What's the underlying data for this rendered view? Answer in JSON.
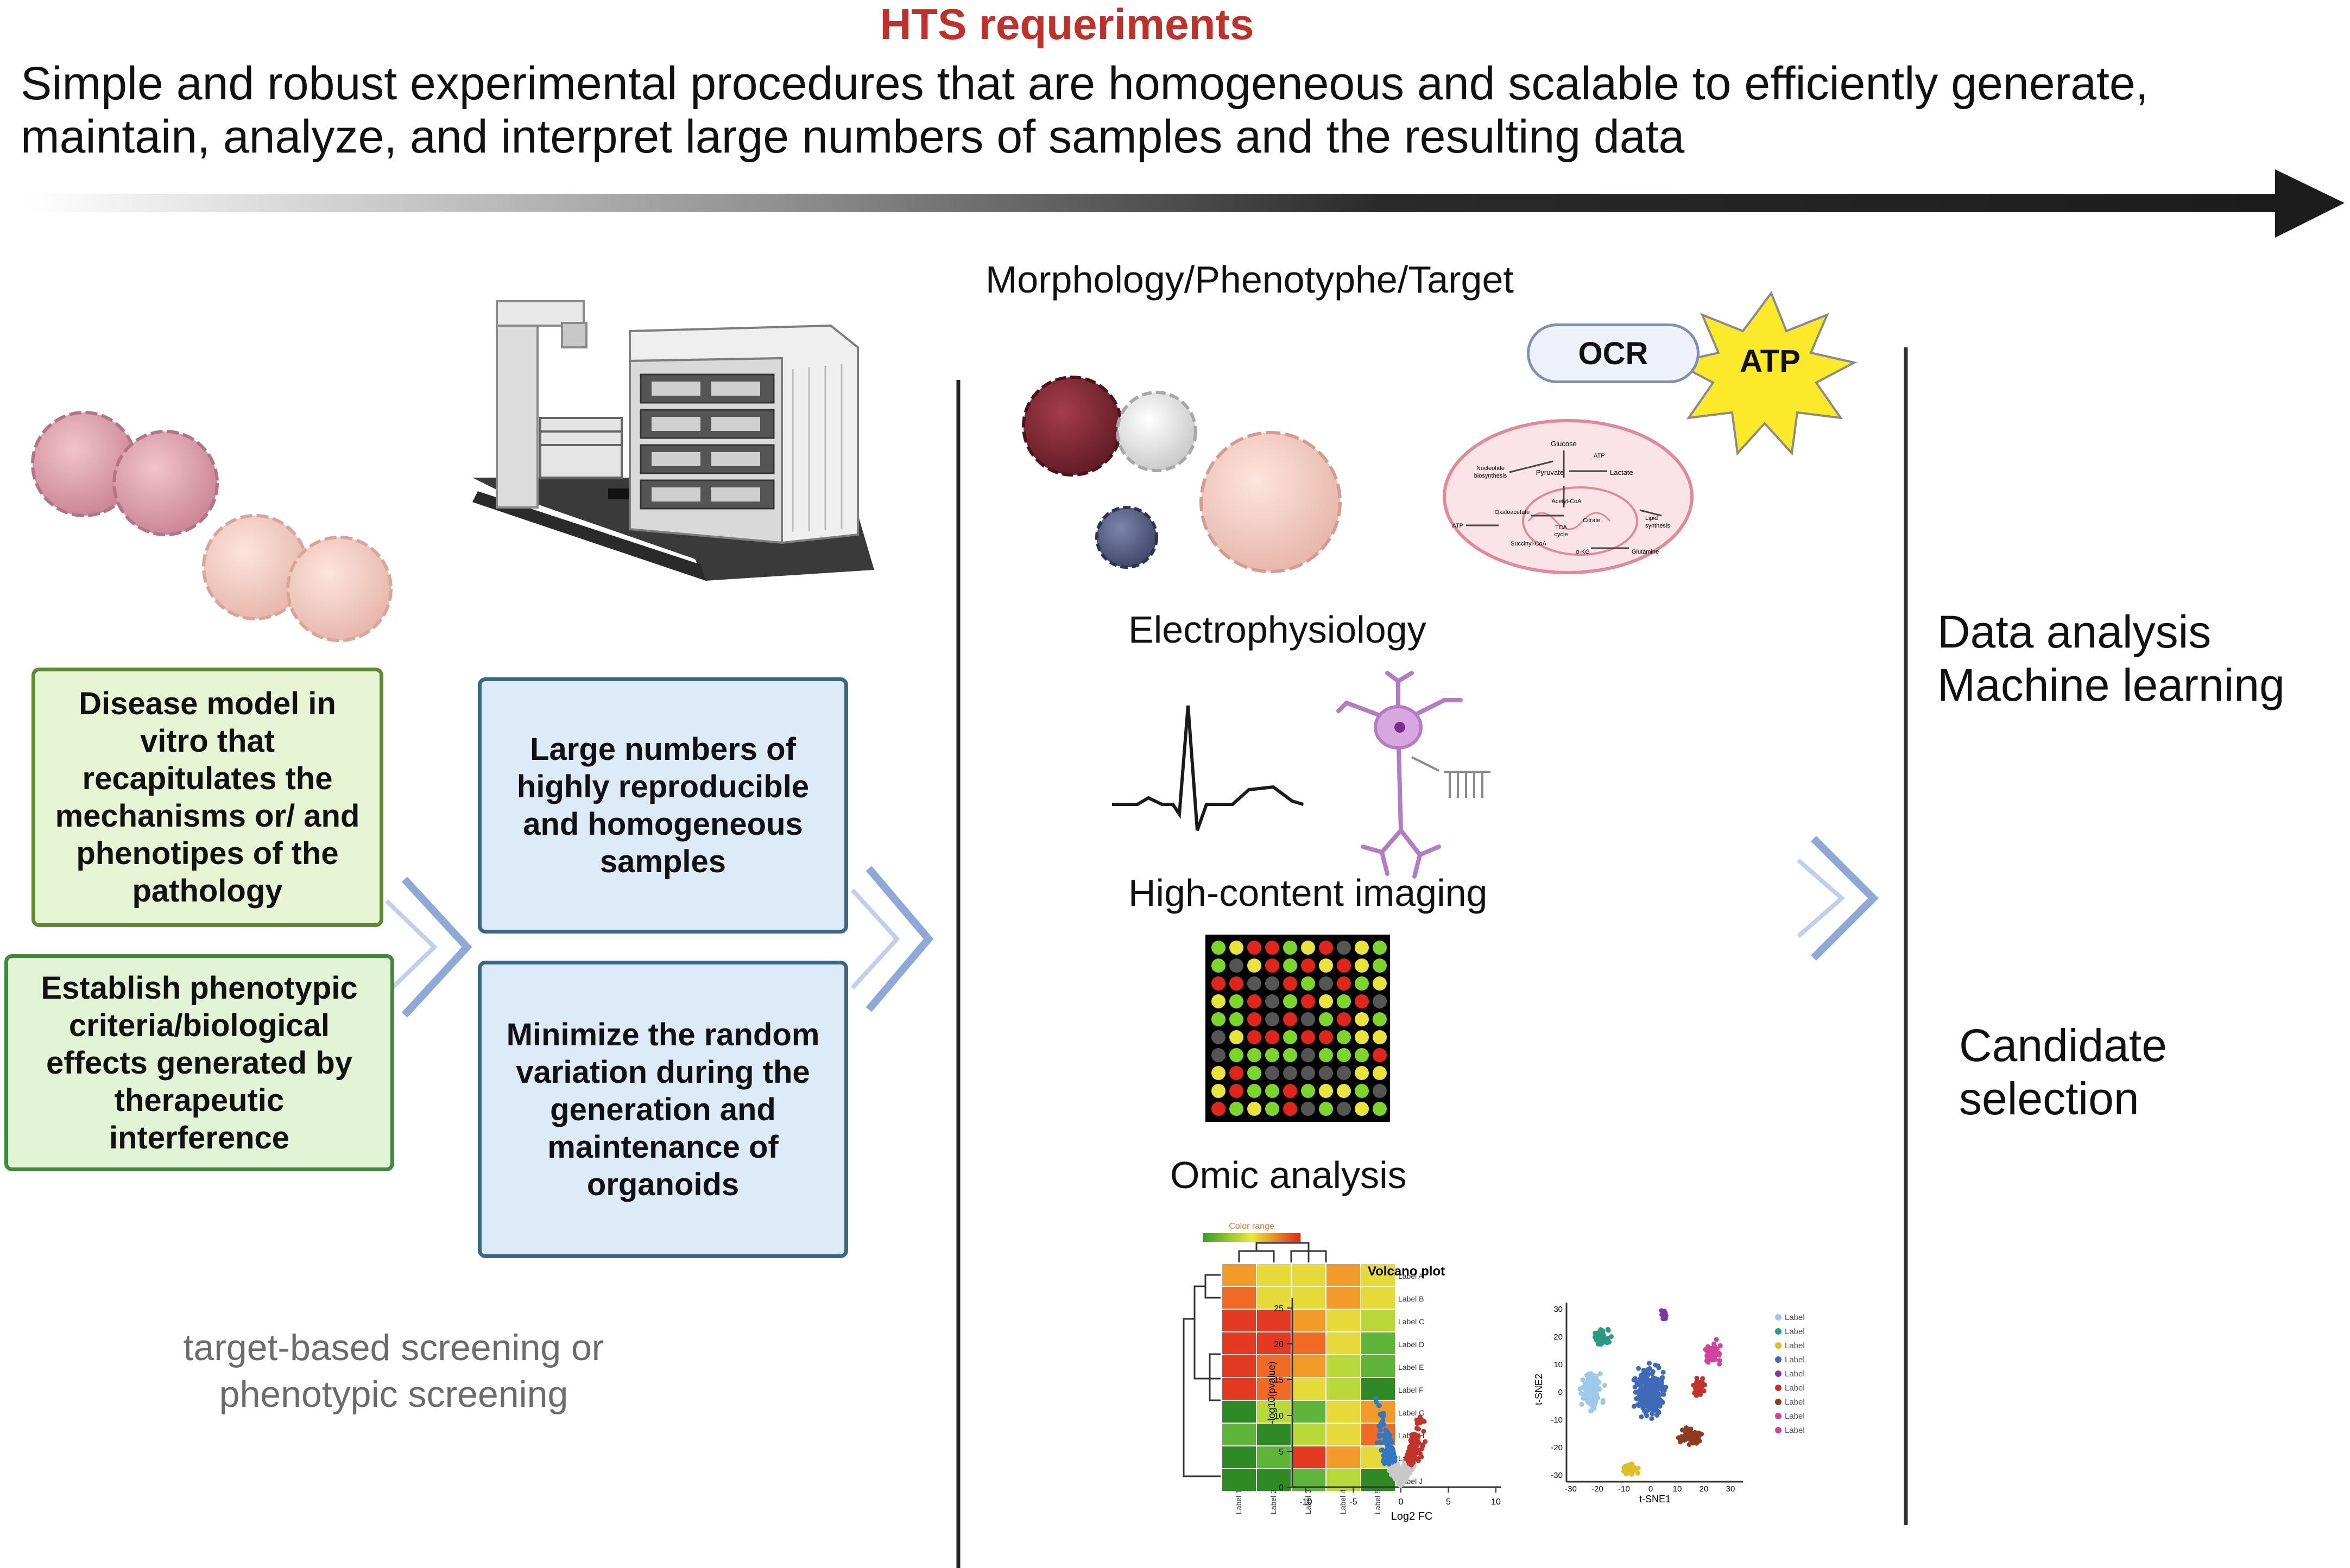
{
  "header": {
    "title": "HTS requeriments",
    "subtitle": "Simple and robust experimental procedures that are homogeneous and scalable to efficiently generate, maintain, analyze, and interpret large numbers of samples and the resulting data"
  },
  "left": {
    "box1": "Disease model in vitro that recapitulates the mechanisms or/ and phenotipes of the pathology",
    "box2": "Establish phenotypic criteria/biological effects generated by therapeutic interference",
    "screening": "target-based screening or phenotypic screening"
  },
  "middle": {
    "box1": "Large numbers of highly reproducible and homogeneous samples",
    "box2": "Minimize the random variation during the generation  and maintenance of organoids"
  },
  "readouts": {
    "morphology": "Morphology/Phenotyphe/Target",
    "ocr": "OCR",
    "atp": "ATP",
    "electrophysiology": "Electrophysiology",
    "imaging": "High-content imaging",
    "omic": "Omic analysis"
  },
  "metabolism": {
    "glucose": "Glucose",
    "atp_top": "ATP",
    "nucleotide": "Nucleotide",
    "biosynthesis": "biosynthesis",
    "pyruvate": "Pyruvate",
    "lactate": "Lactate",
    "acetyl_coa": "Acetyl-CoA",
    "oxaloacetate": "Oxaloacetate",
    "citrate": "Citrate",
    "tca": "TCA",
    "cycle": "cycle",
    "lipid": "Lipid",
    "synthesis": "synthesis",
    "atp_left": "ATP",
    "succinyl": "Succinyl-CoA",
    "akg": "α-KG",
    "glutamine": "Glutamine"
  },
  "omic": {
    "heatmap": {
      "color_range_label": "Color range",
      "row_labels": [
        "Label A",
        "Label B",
        "Label C",
        "Label D",
        "Label E",
        "Label F",
        "Label G",
        "Label H",
        "Label I",
        "Label J"
      ],
      "col_labels": [
        "Label 1",
        "Label 2",
        "Label 3",
        "Label 4",
        "Label 5"
      ]
    },
    "volcano": {
      "title": "Volcano plot",
      "xlabel": "Log2 FC",
      "ylabel": "-log10(pvalue)",
      "x_ticks": [
        "-10",
        "-5",
        "0",
        "5",
        "10"
      ],
      "y_ticks": [
        "0",
        "5",
        "10",
        "15",
        "20",
        "25"
      ]
    },
    "tsne": {
      "xlabel": "t-SNE1",
      "ylabel": "t-SNE2",
      "x_ticks": [
        "-30",
        "-20",
        "-10",
        "0",
        "10",
        "20",
        "30"
      ],
      "y_ticks": [
        "30",
        "20",
        "10",
        "0",
        "-10",
        "-20",
        "-30"
      ],
      "legend": [
        "Label",
        "Label",
        "Label",
        "Label",
        "Label",
        "Label",
        "Label",
        "Label",
        "Label"
      ]
    }
  },
  "right": {
    "analysis_1": "Data analysis",
    "analysis_2": "Machine learning",
    "candidate_1": "Candidate",
    "candidate_2": "selection"
  },
  "colors": {
    "title": "#c0312b",
    "green_border": "#5e8a34",
    "blue_border": "#3b6787",
    "chevron": "#8ea9d8",
    "arrow": "#1c1c1c"
  }
}
